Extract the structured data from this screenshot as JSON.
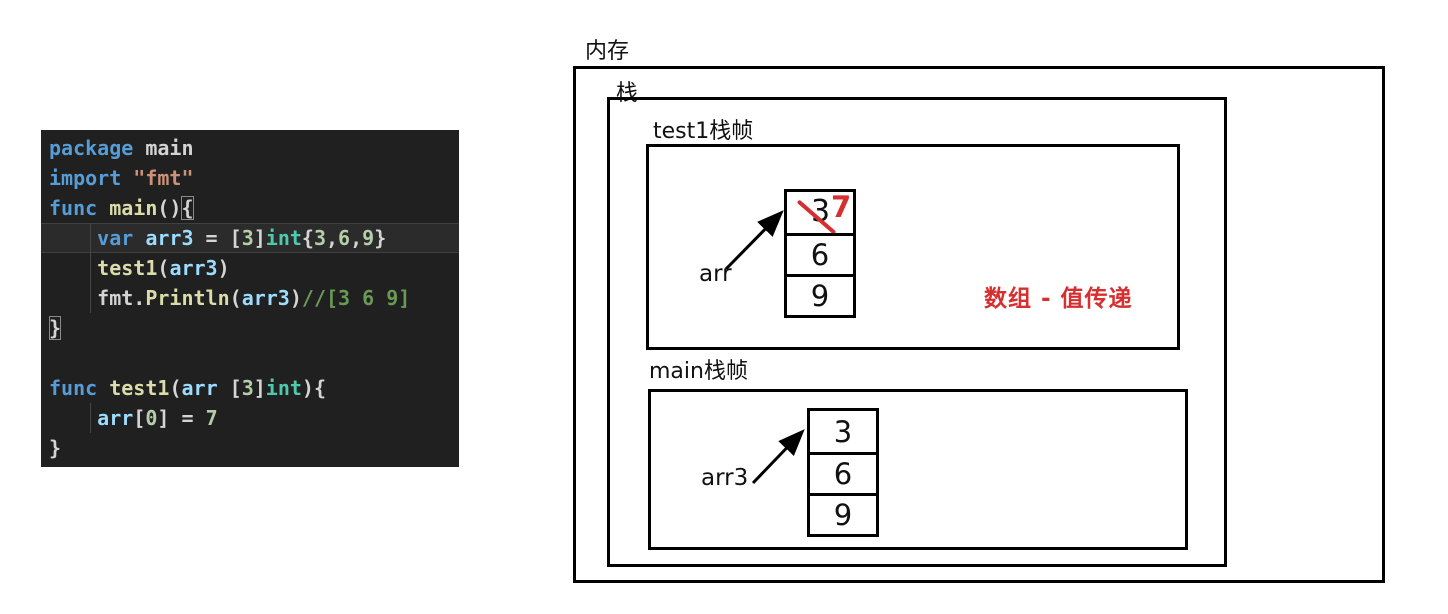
{
  "code": {
    "background": "#202020",
    "palette": {
      "kw": "#569cd6",
      "fg": "#d4d4d4",
      "str": "#ce9178",
      "fn": "#dcdcaa",
      "var": "#9cdcfe",
      "num": "#b5cea8",
      "type": "#4ec9b0",
      "com": "#6a9955"
    },
    "lines": [
      {
        "tokens": [
          {
            "t": "package",
            "c": "kw"
          },
          {
            "t": " ",
            "c": "fg"
          },
          {
            "t": "main",
            "c": "fg"
          }
        ]
      },
      {
        "tokens": [
          {
            "t": "import",
            "c": "kw"
          },
          {
            "t": " ",
            "c": "fg"
          },
          {
            "t": "\"fmt\"",
            "c": "str"
          }
        ]
      },
      {
        "tokens": [
          {
            "t": "func",
            "c": "kw"
          },
          {
            "t": " ",
            "c": "fg"
          },
          {
            "t": "main",
            "c": "fn"
          },
          {
            "t": "()",
            "c": "fg"
          },
          {
            "t": "{",
            "c": "fg",
            "box": true
          }
        ]
      },
      {
        "highlight": true,
        "indent": true,
        "tokens": [
          {
            "t": "    ",
            "c": "fg"
          },
          {
            "t": "var",
            "c": "kw"
          },
          {
            "t": " ",
            "c": "fg"
          },
          {
            "t": "arr3",
            "c": "var"
          },
          {
            "t": " = [",
            "c": "fg"
          },
          {
            "t": "3",
            "c": "num"
          },
          {
            "t": "]",
            "c": "fg"
          },
          {
            "t": "int",
            "c": "type"
          },
          {
            "t": "{",
            "c": "fg"
          },
          {
            "t": "3",
            "c": "num"
          },
          {
            "t": ",",
            "c": "fg"
          },
          {
            "t": "6",
            "c": "num"
          },
          {
            "t": ",",
            "c": "fg"
          },
          {
            "t": "9",
            "c": "num"
          },
          {
            "t": "}",
            "c": "fg"
          }
        ]
      },
      {
        "indent": true,
        "tokens": [
          {
            "t": "    ",
            "c": "fg"
          },
          {
            "t": "test1",
            "c": "fn"
          },
          {
            "t": "(",
            "c": "fg"
          },
          {
            "t": "arr3",
            "c": "var"
          },
          {
            "t": ")",
            "c": "fg"
          }
        ]
      },
      {
        "indent": true,
        "tokens": [
          {
            "t": "    ",
            "c": "fg"
          },
          {
            "t": "fmt",
            "c": "fg"
          },
          {
            "t": ".",
            "c": "fg"
          },
          {
            "t": "Println",
            "c": "fn"
          },
          {
            "t": "(",
            "c": "fg"
          },
          {
            "t": "arr3",
            "c": "var"
          },
          {
            "t": ")",
            "c": "fg"
          },
          {
            "t": "//[3 6 9]",
            "c": "com"
          }
        ]
      },
      {
        "tokens": [
          {
            "t": "}",
            "c": "fg",
            "box": true
          }
        ]
      },
      {
        "tokens": []
      },
      {
        "tokens": [
          {
            "t": "func",
            "c": "kw"
          },
          {
            "t": " ",
            "c": "fg"
          },
          {
            "t": "test1",
            "c": "fn"
          },
          {
            "t": "(",
            "c": "fg"
          },
          {
            "t": "arr",
            "c": "var"
          },
          {
            "t": " [",
            "c": "fg"
          },
          {
            "t": "3",
            "c": "num"
          },
          {
            "t": "]",
            "c": "fg"
          },
          {
            "t": "int",
            "c": "type"
          },
          {
            "t": "){",
            "c": "fg"
          }
        ]
      },
      {
        "indent": true,
        "tokens": [
          {
            "t": "    ",
            "c": "fg"
          },
          {
            "t": "arr",
            "c": "var"
          },
          {
            "t": "[",
            "c": "fg"
          },
          {
            "t": "0",
            "c": "num"
          },
          {
            "t": "] = ",
            "c": "fg"
          },
          {
            "t": "7",
            "c": "num"
          }
        ]
      },
      {
        "tokens": [
          {
            "t": "}",
            "c": "fg"
          }
        ]
      }
    ]
  },
  "diagram": {
    "accent_red": "#d62f2f",
    "memory_label": "内存",
    "stack_label": "栈",
    "test1_frame": {
      "title": "test1栈帧",
      "pointer_label": "arr",
      "cells": [
        {
          "value": "3",
          "new_value": "7",
          "crossed": true
        },
        {
          "value": "6"
        },
        {
          "value": "9"
        }
      ],
      "annotation": "数组 - 值传递"
    },
    "main_frame": {
      "title": "main栈帧",
      "pointer_label": "arr3",
      "cells": [
        {
          "value": "3"
        },
        {
          "value": "6"
        },
        {
          "value": "9"
        }
      ]
    }
  }
}
